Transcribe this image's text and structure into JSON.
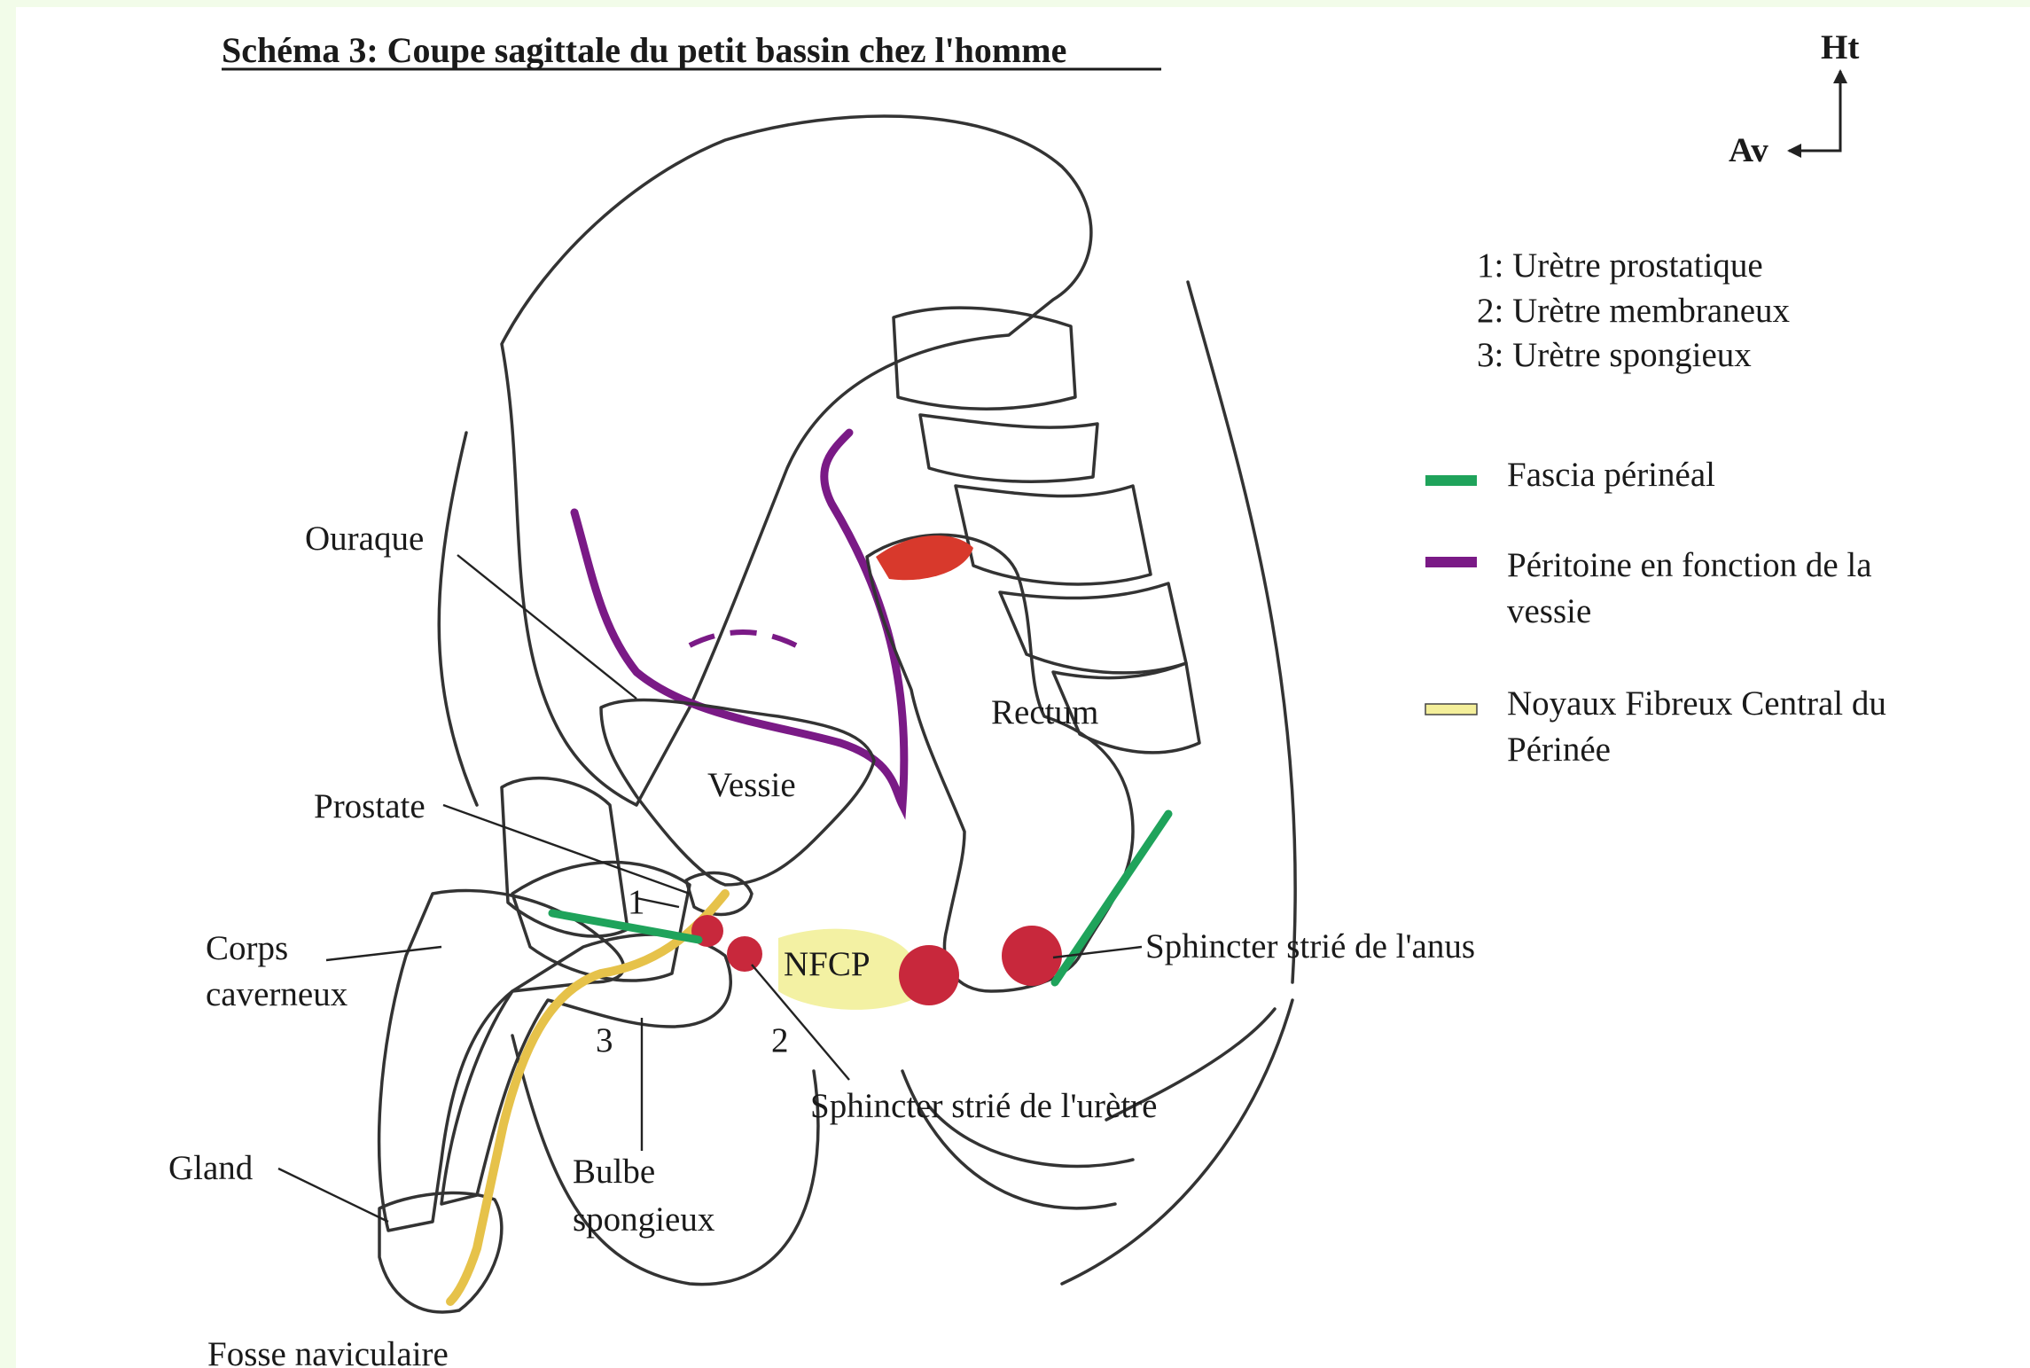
{
  "title": "Schéma 3: Coupe sagittale du petit bassin chez l'homme",
  "orientation": {
    "up": "Ht",
    "front": "Av"
  },
  "numbered_legend": [
    "1: Urètre prostatique",
    "2: Urètre membraneux",
    "3: Urètre spongieux"
  ],
  "color_legend": [
    {
      "color": "#1fa35b",
      "line1": "Fascia périnéal",
      "line2": ""
    },
    {
      "color": "#7a1a86",
      "line1": "Péritoine en fonction de la",
      "line2": "vessie"
    },
    {
      "color": "#f4ef9a",
      "line1": "Noyaux Fibreux Central du",
      "line2": "Périnée"
    }
  ],
  "labels": {
    "ouraque": "Ouraque",
    "prostate": "Prostate",
    "corps_line1": "Corps",
    "corps_line2": "caverneux",
    "gland": "Gland",
    "fosse": "Fosse naviculaire",
    "bulbe_line1": "Bulbe",
    "bulbe_line2": "spongieux",
    "sphincter_uretre": "Sphincter strié de l'urètre",
    "sphincter_anus": "Sphincter strié de l'anus",
    "vessie": "Vessie",
    "rectum": "Rectum",
    "nfcp": "NFCP",
    "num1": "1",
    "num2": "2",
    "num3": "3"
  },
  "colors": {
    "bone": "#cfd1d2",
    "cartilage": "#bfdfe6",
    "bladder": "#f7d33c",
    "rectum": "#f58d3f",
    "rectum_dark": "#d8392c",
    "corpus_cavernosum": "#9a77c2",
    "spongiosum": "#ec8b94",
    "muscle": "#c8283c",
    "nfcp": "#f3f1a3",
    "peritoneum": "#7a1a86",
    "fascia": "#1fa35b"
  }
}
